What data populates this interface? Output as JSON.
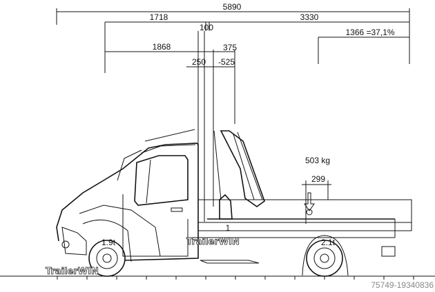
{
  "dimensions": {
    "overall_length": "5890",
    "front_to_crane": "1718",
    "crane_to_rear": "3330",
    "crane_width": "100",
    "rear_overhang": "1366 =37,1%",
    "front_to_axle_crane": "1868",
    "crane_offset": "375",
    "gap_left": "250",
    "gap_right": "-525",
    "load_offset": "299"
  },
  "load": {
    "weight": "503 kg",
    "marker": "1"
  },
  "axles": {
    "front": "1.9t",
    "rear": "2.1t"
  },
  "watermark": "TrailerWIN",
  "image_code": "75749-19340836"
}
